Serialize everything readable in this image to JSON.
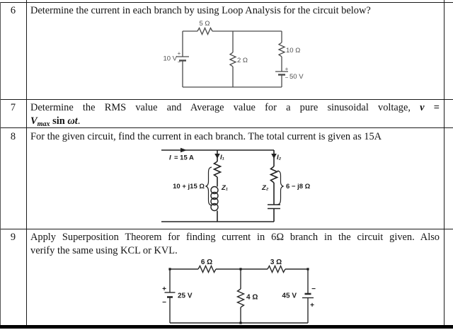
{
  "table": {
    "rows": [
      {
        "num": "6",
        "question": "Determine the current in each branch by using Loop Analysis for the circuit below?"
      },
      {
        "num": "7",
        "q_line1": "Determine the RMS value and Average value for a pure sinusoidal voltage,",
        "v_symbol": "v",
        "equals": "=",
        "vmax_base": "V",
        "vmax_sub": "max",
        "sin_word": "sin",
        "omega_t": "ωt",
        "period": "."
      },
      {
        "num": "8",
        "question": "For the given circuit, find the current in each branch. The total current is given as 15A"
      },
      {
        "num": "9",
        "q_line1": "Apply Superposition Theorem for finding current in 6Ω branch in the circuit given. Also",
        "q_line2": "verify the same using KCL or KVL."
      }
    ]
  },
  "circuit6": {
    "r_top": "5 Ω",
    "source_left": "10 V",
    "r_middle": "2 Ω",
    "r_right": "10 Ω",
    "source_right": "50 V",
    "plus": "+",
    "minus": "−"
  },
  "circuit8": {
    "current_symbol": "I",
    "current_value": "= 15 A",
    "branch1_current": "I₁",
    "branch2_current": "I₂",
    "z1": "Z₁",
    "z2": "Z₂",
    "z1_value": "10 + j15 Ω",
    "z2_value": "6 − j8 Ω"
  },
  "circuit9": {
    "r_top_left": "6 Ω",
    "r_top_right": "3 Ω",
    "source_left": "25 V",
    "r_middle": "4 Ω",
    "source_right": "45 V",
    "plus": "+",
    "minus": "−"
  }
}
